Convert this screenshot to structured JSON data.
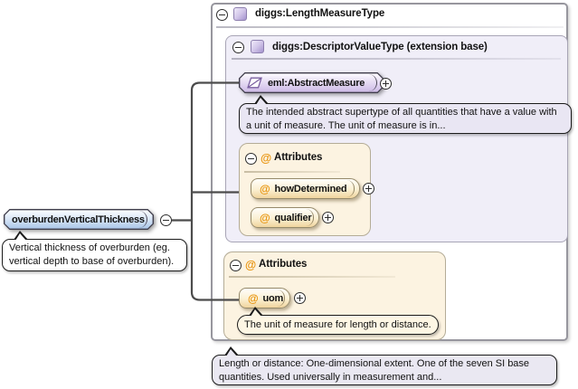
{
  "element": {
    "name": "overburdenVerticalThickness",
    "annotation": "Vertical thickness of overburden (eg. vertical depth to base of overburden)."
  },
  "type": {
    "title": "diggs:LengthMeasureType",
    "annotation": "Length or distance: One-dimensional extent. One of the seven SI base quantities. Used universally in measurement and...",
    "extension_base": {
      "title": "diggs:DescriptorValueType (extension base)",
      "element": {
        "name": "eml:AbstractMeasure",
        "annotation": "The intended abstract supertype of all quantities that have a value with a unit of measure. The unit of measure is in..."
      },
      "attributes": {
        "title": "Attributes",
        "items": [
          {
            "name": "howDetermined"
          },
          {
            "name": "qualifier"
          }
        ]
      }
    },
    "attributes": {
      "title": "Attributes",
      "items": [
        {
          "name": "uom",
          "annotation": "The unit of measure for length or distance."
        }
      ]
    }
  },
  "icons": {
    "attribute_glyph": "@",
    "collapse": "minus-circle",
    "expand": "plus-circle",
    "complex_type": "purple-square",
    "abstract_element": "parallelogram"
  },
  "colors": {
    "element_fill": "#a9c6e8",
    "abstract_element_fill": "#cdbae6",
    "attribute_fill": "#f0d49e",
    "attributes_panel": "#fcf3e1",
    "extension_panel": "#f0eef8",
    "annotation_lavender": "#e9e6f3",
    "connector": "#4c4c4c",
    "at_orange": "#e8930c"
  }
}
